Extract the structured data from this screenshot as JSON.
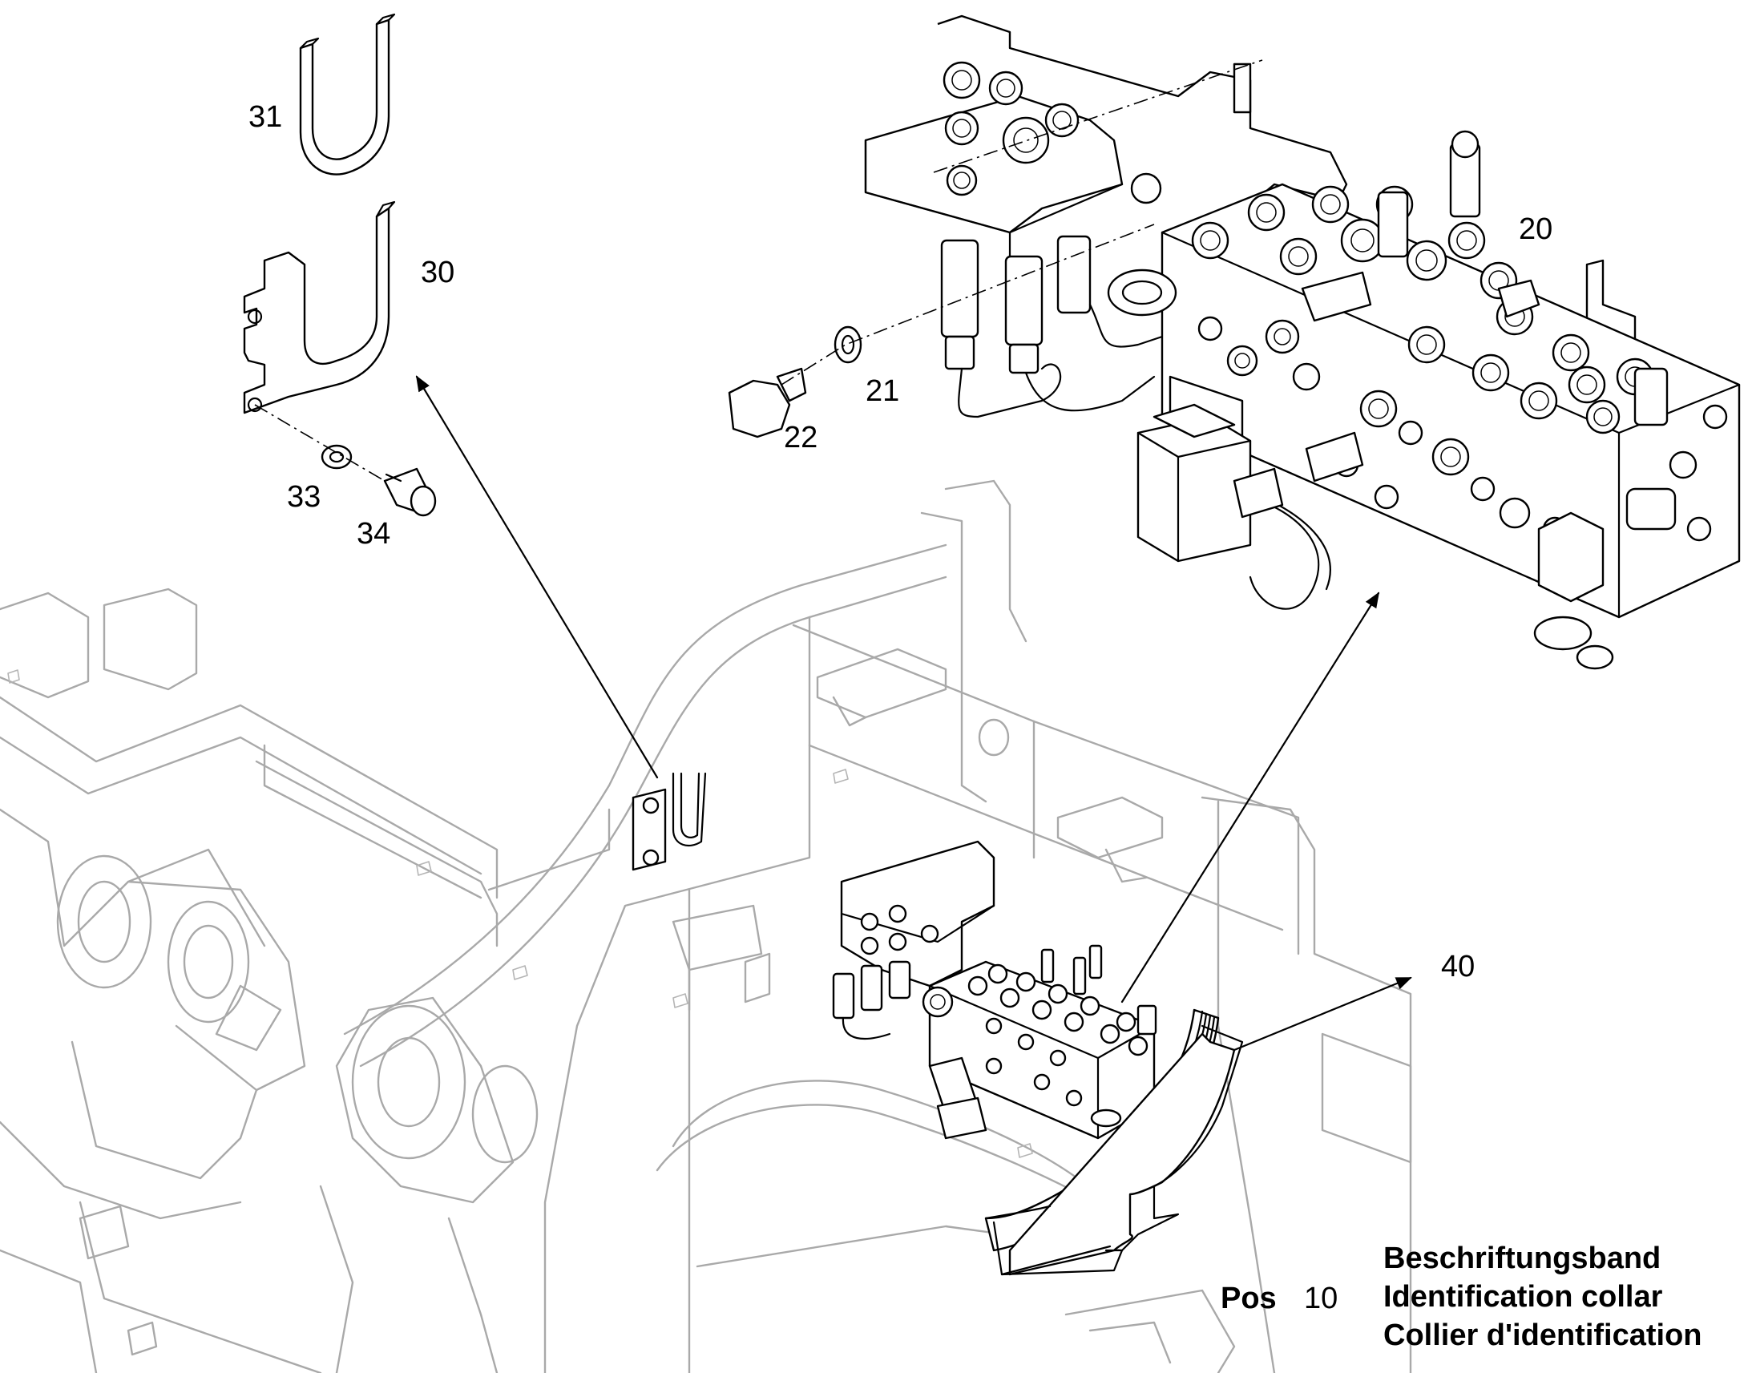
{
  "callouts": {
    "p31": "31",
    "p30": "30",
    "p33": "33",
    "p34": "34",
    "p20": "20",
    "p21": "21",
    "p22": "22",
    "p40": "40"
  },
  "legend": {
    "pos_label": "Pos",
    "pos_number": "10",
    "line_de": "Beschriftungsband",
    "line_en": "Identification collar",
    "line_fr": "Collier d'identification"
  }
}
